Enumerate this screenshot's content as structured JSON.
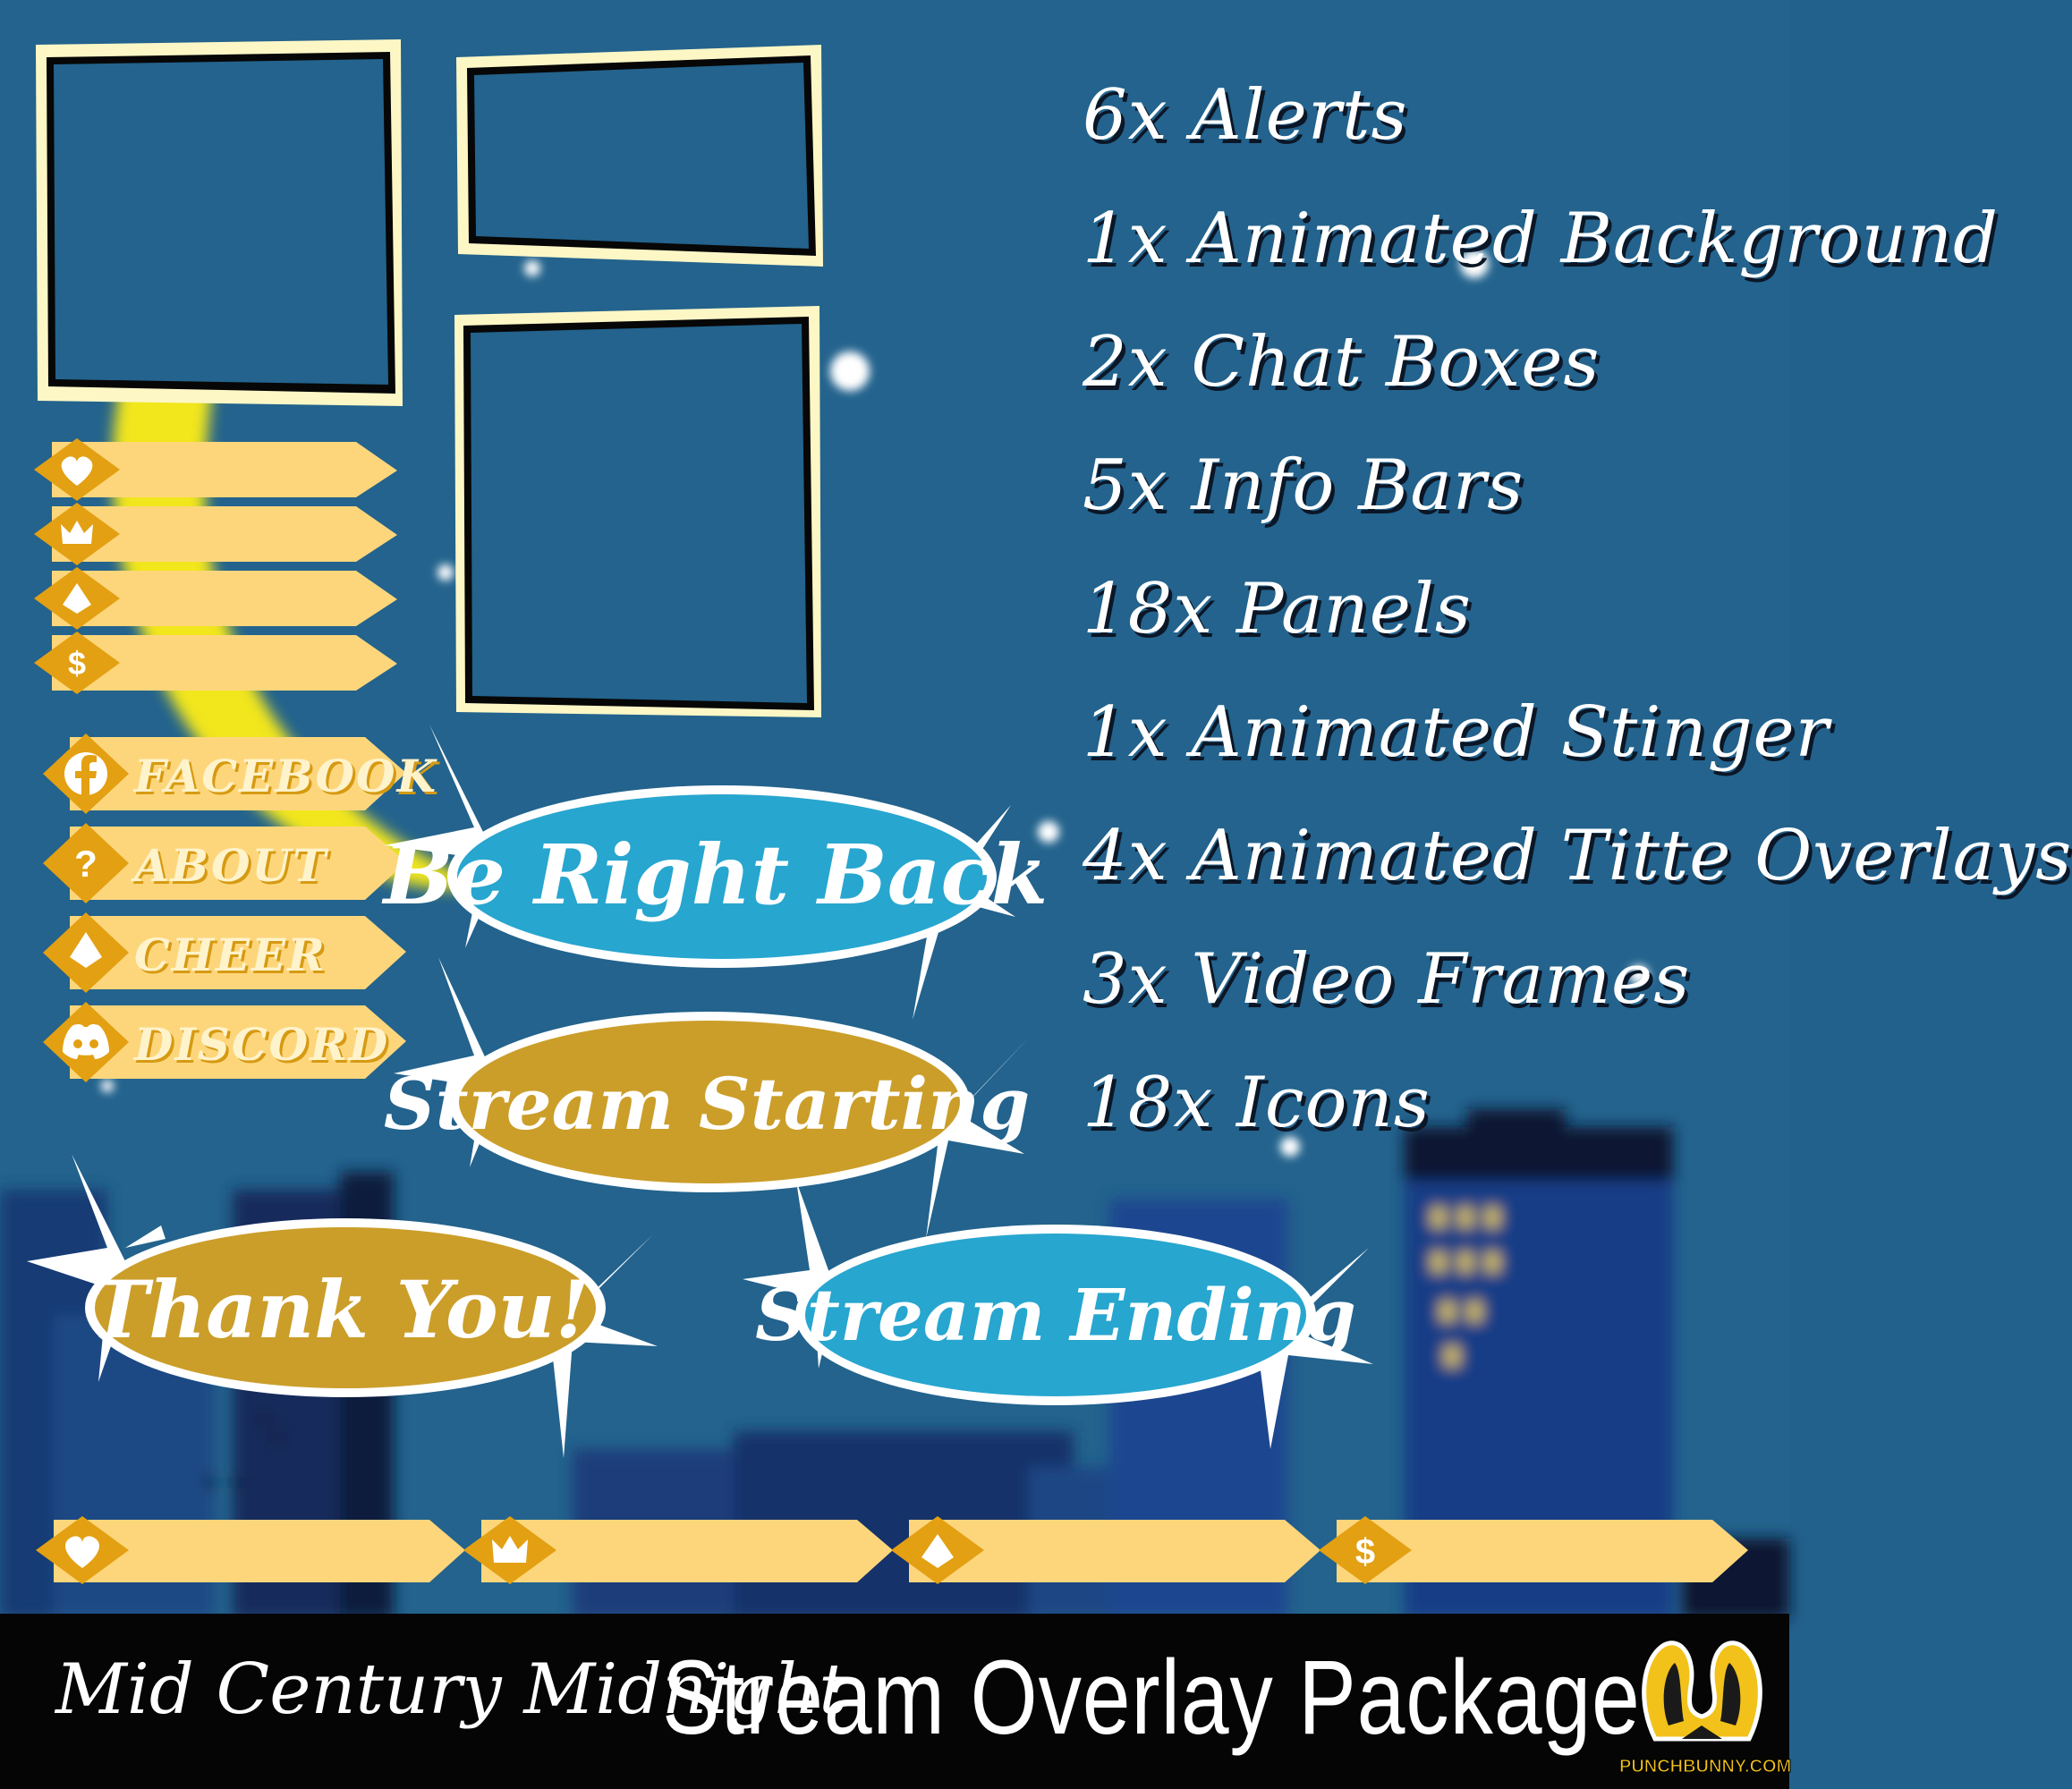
{
  "features": [
    "6x Alerts",
    "1x Animated Background",
    "2x Chat Boxes",
    "5x Info Bars",
    "18x Panels",
    "1x Animated Stinger",
    "4x Animated Titte Overlays",
    "3x Video Frames",
    "18x Icons"
  ],
  "panels": {
    "facebook": "FACEBOOK",
    "about": "ABOUT",
    "cheer": "CHEER",
    "discord": "DISCORD"
  },
  "bubbles": {
    "brb": "Be Right Back",
    "starting": "Stream Starting",
    "thanks": "Thank You!",
    "ending": "Stream Ending"
  },
  "footer": {
    "subtitle": "Mid Century Midnight",
    "title": "Stream Overlay Package",
    "logo_text": "PUNCHBUNNY.COM"
  },
  "colors": {
    "background": "#23638d",
    "moon": "#f2e61c",
    "bar_fill": "#fdd67c",
    "bar_accent": "#e3a012",
    "frame_outer": "#fdf7c6",
    "bubble_blue": "#27a6cf",
    "bubble_gold": "#cb9e2a",
    "footer": "#050505"
  }
}
